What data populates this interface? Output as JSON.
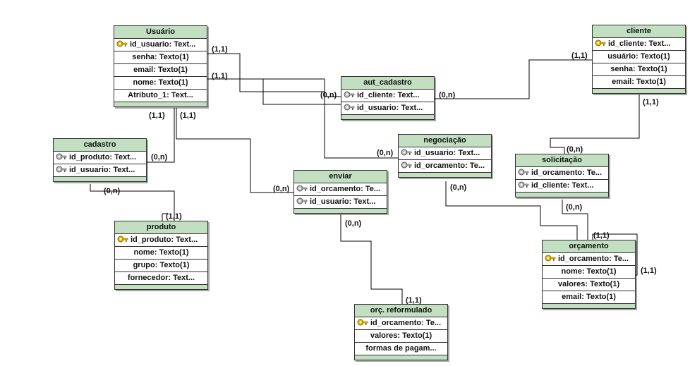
{
  "entities": {
    "usuario": {
      "title": "Usuário",
      "attributes": [
        {
          "text": "id_usuario: Text...",
          "key": "pk"
        },
        {
          "text": "senha: Texto(1)",
          "key": "none"
        },
        {
          "text": "email: Texto(1)",
          "key": "none"
        },
        {
          "text": "nome: Texto(1)",
          "key": "none"
        },
        {
          "text": "Atributo_1: Text...",
          "key": "none"
        }
      ]
    },
    "cliente": {
      "title": "cliente",
      "attributes": [
        {
          "text": "id_cliente: Text...",
          "key": "pk"
        },
        {
          "text": "usuário: Texto(1)",
          "key": "none"
        },
        {
          "text": "senha: Texto(1)",
          "key": "none"
        },
        {
          "text": "email: Texto(1)",
          "key": "none"
        }
      ]
    },
    "aut_cadastro": {
      "title": "aut_cadastro",
      "attributes": [
        {
          "text": "id_cliente: Text...",
          "key": "fk"
        },
        {
          "text": "id_usuario: Text...",
          "key": "fk"
        }
      ]
    },
    "cadastro": {
      "title": "cadastro",
      "attributes": [
        {
          "text": "id_produto: Text...",
          "key": "fk"
        },
        {
          "text": "id_usuario: Text...",
          "key": "fk"
        }
      ]
    },
    "negociacao": {
      "title": "negociação",
      "attributes": [
        {
          "text": "id_usuario: Text...",
          "key": "fk"
        },
        {
          "text": "id_orcamento: Te...",
          "key": "fk"
        }
      ]
    },
    "solicitacao": {
      "title": "solicitação",
      "attributes": [
        {
          "text": "id_orcamento: Te...",
          "key": "fk"
        },
        {
          "text": "id_cliente: Text...",
          "key": "fk"
        }
      ]
    },
    "enviar": {
      "title": "enviar",
      "attributes": [
        {
          "text": "id_orcamento: Te...",
          "key": "fk"
        },
        {
          "text": "id_usuario: Text...",
          "key": "fk"
        }
      ]
    },
    "produto": {
      "title": "produto",
      "attributes": [
        {
          "text": "id_produto: Text...",
          "key": "pk"
        },
        {
          "text": "nome: Texto(1)",
          "key": "none"
        },
        {
          "text": "grupo: Texto(1)",
          "key": "none"
        },
        {
          "text": "fornecedor: Text...",
          "key": "none"
        }
      ]
    },
    "orcamento": {
      "title": "orçamento",
      "attributes": [
        {
          "text": "id_orcamento: Te...",
          "key": "pk"
        },
        {
          "text": "nome: Texto(1)",
          "key": "none"
        },
        {
          "text": "valores: Texto(1)",
          "key": "none"
        },
        {
          "text": "email: Texto(1)",
          "key": "none"
        }
      ]
    },
    "orc_reformulado": {
      "title": "orç. reformulado",
      "attributes": [
        {
          "text": "id_orcamento: Te...",
          "key": "pk"
        },
        {
          "text": "valores: Texto(1)",
          "key": "none"
        },
        {
          "text": "formas de pagam...",
          "key": "none"
        }
      ]
    }
  },
  "cardinalities": {
    "usuario_aut_top": "(1,1)",
    "usuario_aut_mid": "(1,1)",
    "usuario_bottom_left": "(1,1)",
    "usuario_bottom_right": "(1,1)",
    "aut_left": "(0,n)",
    "aut_right": "(0,n)",
    "cliente_left": "(1,1)",
    "cliente_bottom": "(1,1)",
    "cadastro_right": "(0,n)",
    "cadastro_bottom": "(0,n)",
    "negociacao_left": "(0,n)",
    "negociacao_bottom": "(0,n)",
    "solicitacao_top": "(0,n)",
    "solicitacao_bottom": "(0,n)",
    "enviar_left": "(0,n)",
    "enviar_bottom": "(0,n)",
    "produto_top": "(1,1)",
    "orcamento_top": "(1,1)",
    "orcamento_right": "(1,1)",
    "orc_reformulado_top": "(1,1)"
  },
  "colors": {
    "header": "#c2dfc2",
    "border": "#303030",
    "line": "#000000",
    "pk_key": "#e8b800",
    "fk_key": "#9a9a9a"
  }
}
